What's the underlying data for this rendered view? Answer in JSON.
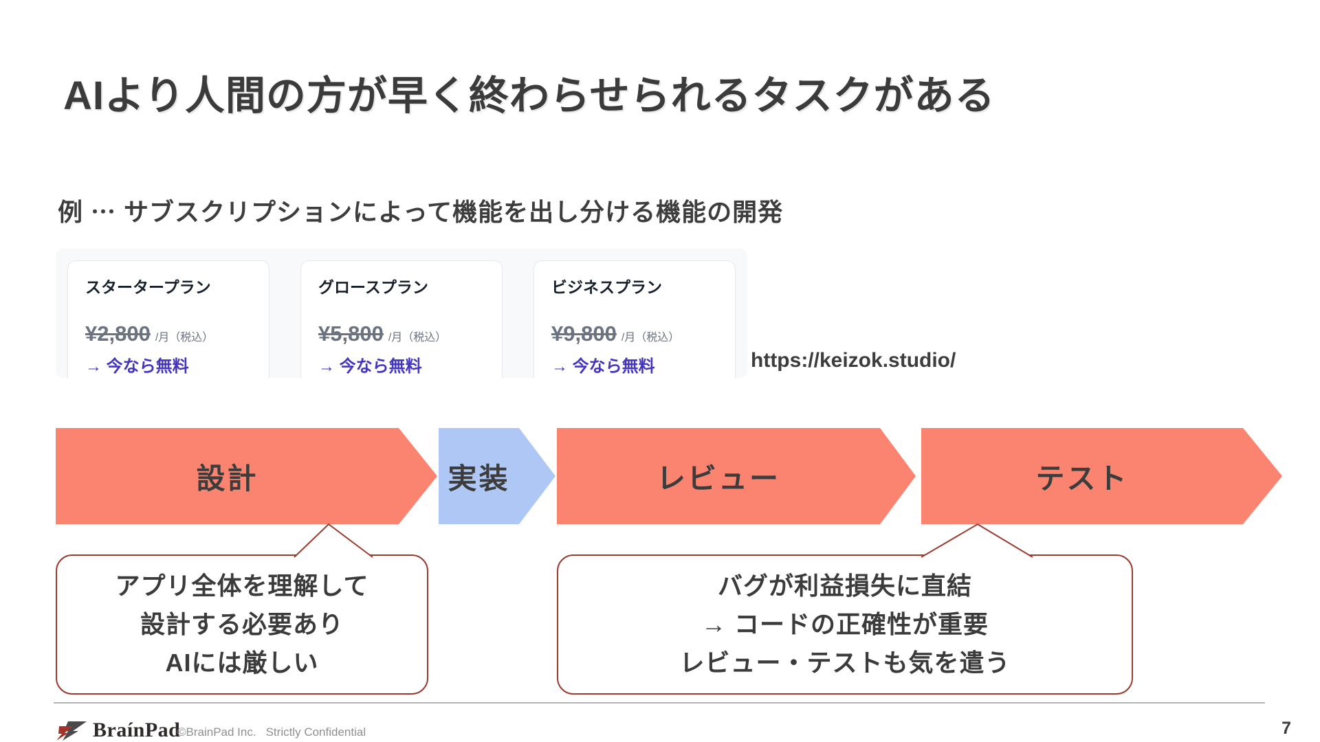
{
  "slide": {
    "title": "AIより人間の方が早く終わらせられるタスクがある",
    "subtitle": "例 ⋯ サブスクリプションによって機能を出し分ける機能の開発",
    "source_url": "https://keizok.studio/",
    "page_number": "7"
  },
  "pricing": {
    "plans": [
      {
        "name": "スタータープラン",
        "price": "¥2,800",
        "unit": "/月（税込）",
        "promo": "→ 今なら無料"
      },
      {
        "name": "グロースプラン",
        "price": "¥5,800",
        "unit": "/月（税込）",
        "promo": "→ 今なら無料"
      },
      {
        "name": "ビジネスプラン",
        "price": "¥9,800",
        "unit": "/月（税込）",
        "promo": "→ 今なら無料"
      }
    ]
  },
  "flow": {
    "steps": [
      {
        "label": "設計",
        "color": "#FA8470"
      },
      {
        "label": "実装",
        "color": "#AEC7F5"
      },
      {
        "label": "レビュー",
        "color": "#FA8470"
      },
      {
        "label": "テスト",
        "color": "#FA8470"
      }
    ]
  },
  "callouts": [
    {
      "lines": [
        "アプリ全体を理解して",
        "設計する必要あり",
        "AIには厳しい"
      ]
    },
    {
      "lines": [
        "バグが利益損失に直結",
        "→ コードの正確性が重要",
        "レビュー・テストも気を遣う"
      ]
    }
  ],
  "footer": {
    "logo_text": "BraínPad",
    "copyright": "©BrainPad Inc.",
    "confidential": "Strictly Confidential"
  },
  "colors": {
    "step_salmon": "#FA8470",
    "step_blue": "#AEC7F5",
    "callout_border": "#9a3b30",
    "promo_indigo": "#4334c0",
    "brand_red": "#A2332B",
    "text_dark": "#3b3b3b"
  }
}
